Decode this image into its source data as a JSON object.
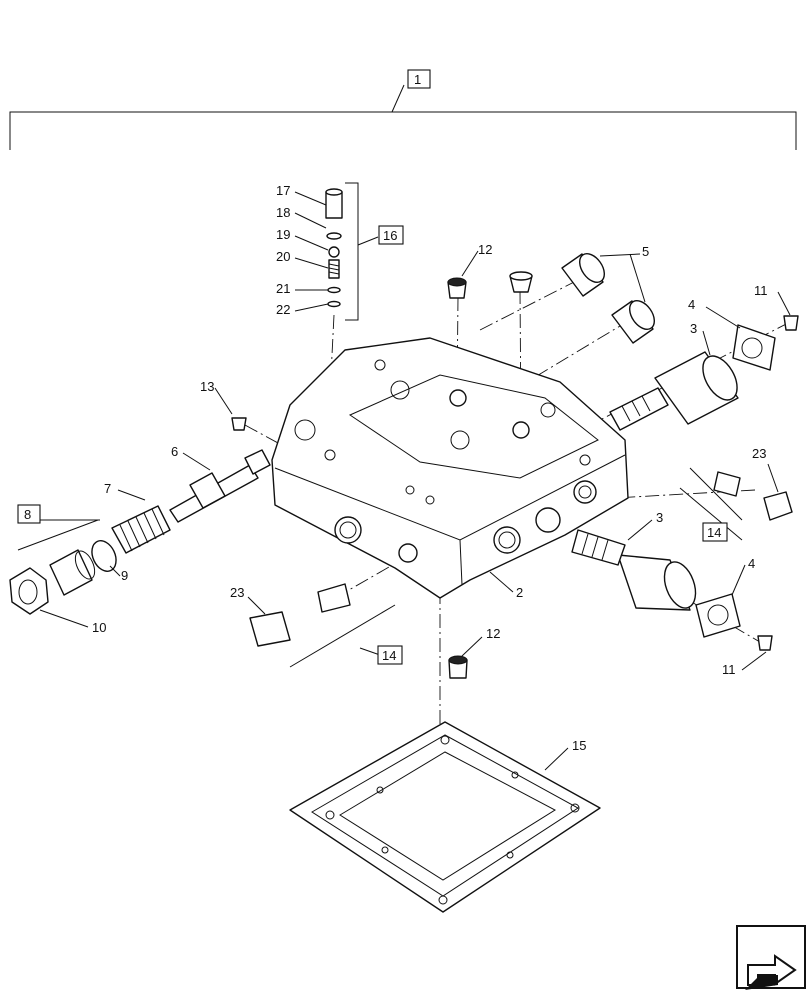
{
  "callouts": {
    "c1": "1",
    "c2": "2",
    "c3a": "3",
    "c3b": "3",
    "c4a": "4",
    "c4b": "4",
    "c5": "5",
    "c6": "6",
    "c7": "7",
    "c8": "8",
    "c9": "9",
    "c10": "10",
    "c11a": "11",
    "c11b": "11",
    "c12a": "12",
    "c12b": "12",
    "c13": "13",
    "c14a": "14",
    "c14b": "14",
    "c15": "15",
    "c16": "16",
    "c17": "17",
    "c18": "18",
    "c19": "19",
    "c20": "20",
    "c21": "21",
    "c22": "22",
    "c23a": "23",
    "c23b": "23"
  },
  "icons": {
    "nav": "next-page-arrow-icon"
  }
}
